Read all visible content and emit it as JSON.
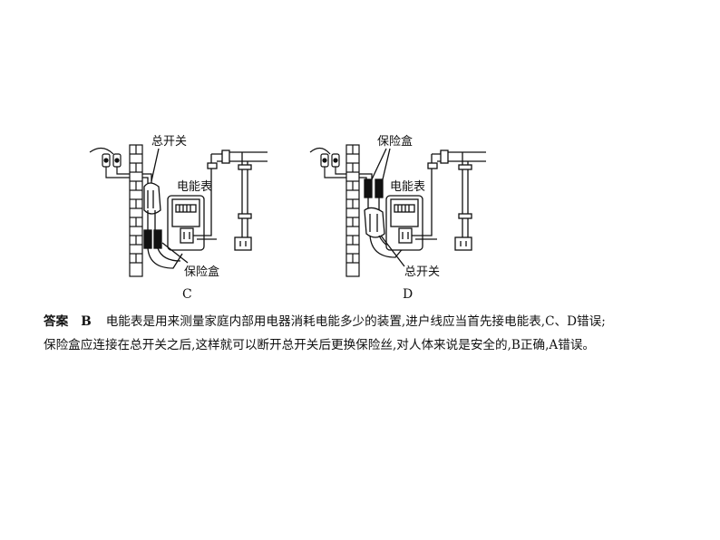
{
  "figure_c": {
    "caption": "C",
    "label_main_switch": "总开关",
    "label_meter": "电能表",
    "label_fuse_box": "保险盒"
  },
  "figure_d": {
    "caption": "D",
    "label_fuse_box": "保险盒",
    "label_meter": "电能表",
    "label_main_switch": "总开关"
  },
  "answer": {
    "heading": "答案",
    "choice": "B",
    "line1": "电能表是用来测量家庭内部用电器消耗电能多少的装置,进户线应当首先接电能表,C、D错误;",
    "line2": "保险盒应连接在总开关之后,这样就可以断开总开关后更换保险丝,对人体来说是安全的,B正确,A错误。"
  }
}
